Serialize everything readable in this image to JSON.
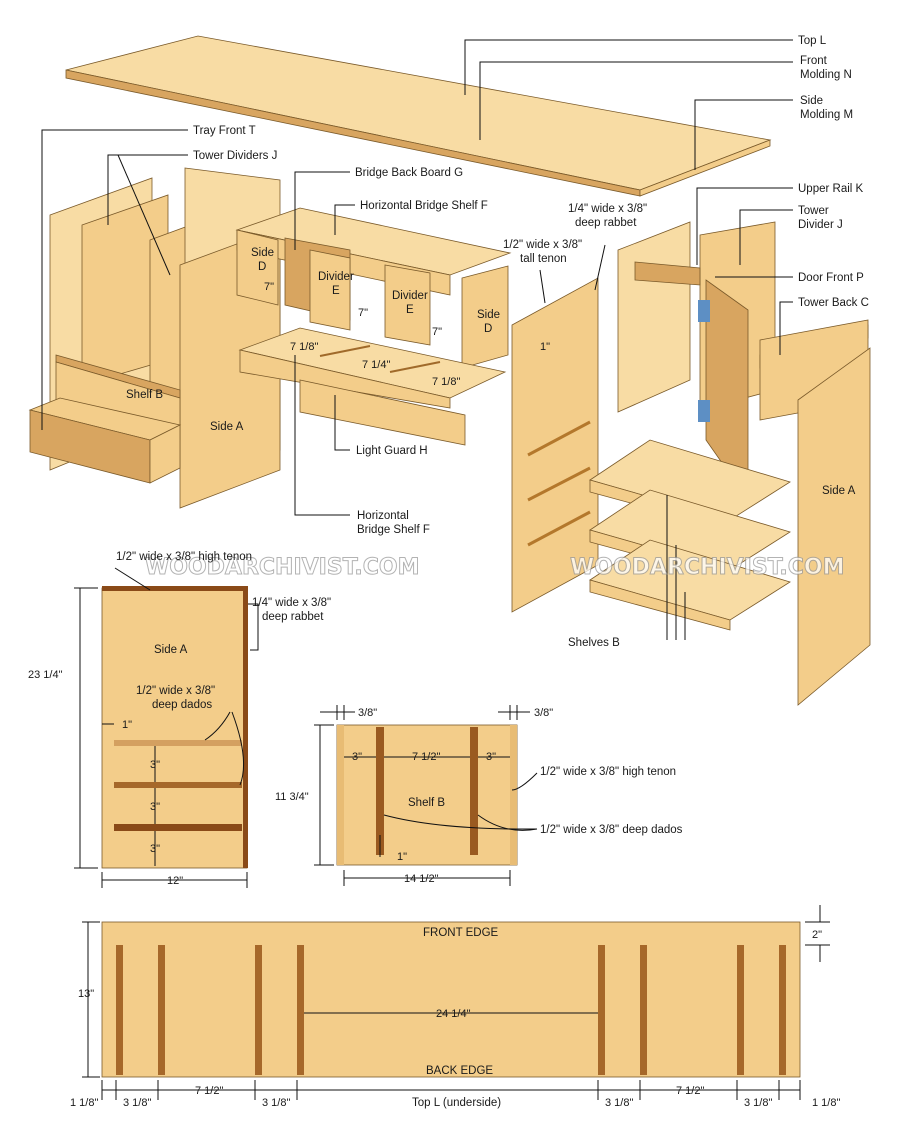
{
  "exploded_view_labels": {
    "top": "Top L",
    "front_molding": [
      "Front",
      "Molding N"
    ],
    "side_molding": [
      "Side",
      "Molding M"
    ],
    "tray_front": "Tray Front T",
    "tower_dividers": "Tower Dividers J",
    "bridge_back_board": "Bridge Back Board G",
    "horizontal_bridge_shelf_top": "Horizontal Bridge Shelf F",
    "rabbet_note_right": [
      "1/4\" wide x 3/8\"",
      "deep rabbet"
    ],
    "tenon_note_right": [
      "1/2\" wide x 3/8\"",
      "tall tenon"
    ],
    "upper_rail": "Upper Rail K",
    "tower_divider": [
      "Tower",
      "Divider J"
    ],
    "door_front": "Door Front P",
    "tower_back": "Tower Back C",
    "side_d_left": [
      "Side",
      "D"
    ],
    "divider_e_1": [
      "Divider",
      "E"
    ],
    "divider_e_2": [
      "Divider",
      "E"
    ],
    "side_d_right": [
      "Side",
      "D"
    ],
    "gap_7_a": "7\"",
    "gap_7_b": "7\"",
    "gap_7_c": "7\"",
    "shelf_seg_1": "7 1/8\"",
    "shelf_seg_2": "7 1/4\"",
    "shelf_seg_3": "7 1/8\"",
    "one_inch": "1\"",
    "shelf_b": "Shelf B",
    "side_a_left": "Side A",
    "side_a_right": "Side A",
    "light_guard": "Light Guard H",
    "horizontal_bridge_shelf_bottom": [
      "Horizontal",
      "Bridge Shelf F"
    ],
    "shelves_b": "Shelves B"
  },
  "watermark": "WOODARCHIVIST.COM",
  "side_a_detail": {
    "tenon_note": "1/2\" wide x 3/8\" high tenon",
    "rabbet_note": [
      "1/4\" wide x 3/8\"",
      "deep rabbet"
    ],
    "title": "Side A",
    "dado_note": [
      "1/2\" wide x 3/8\"",
      "deep dados"
    ],
    "height": "23 1/4\"",
    "inset": "1\"",
    "spacing_1": "3\"",
    "spacing_2": "3\"",
    "spacing_3": "3\"",
    "width": "12\""
  },
  "shelf_b_detail": {
    "title": "Shelf B",
    "left_tenon": "3/8\"",
    "right_tenon": "3/8\"",
    "seg_left": "3\"",
    "seg_mid": "7 1/2\"",
    "seg_right": "3\"",
    "height": "11 3/4\"",
    "inset": "1\"",
    "width": "14 1/2\"",
    "tenon_note": "1/2\" wide x 3/8\" high tenon",
    "dado_note": "1/2\" wide x 3/8\" deep dados"
  },
  "top_detail": {
    "front_edge": "FRONT EDGE",
    "back_edge": "BACK EDGE",
    "depth": "13\"",
    "offset": "2\"",
    "center_span": "24 1/4\"",
    "caption": "Top L (underside)",
    "bottom_dims": [
      "1 1/8\"",
      "3 1/8\"",
      "7 1/2\"",
      "3 1/8\"",
      "3 1/8\"",
      "7 1/2\"",
      "3 1/8\"",
      "1 1/8\""
    ]
  }
}
